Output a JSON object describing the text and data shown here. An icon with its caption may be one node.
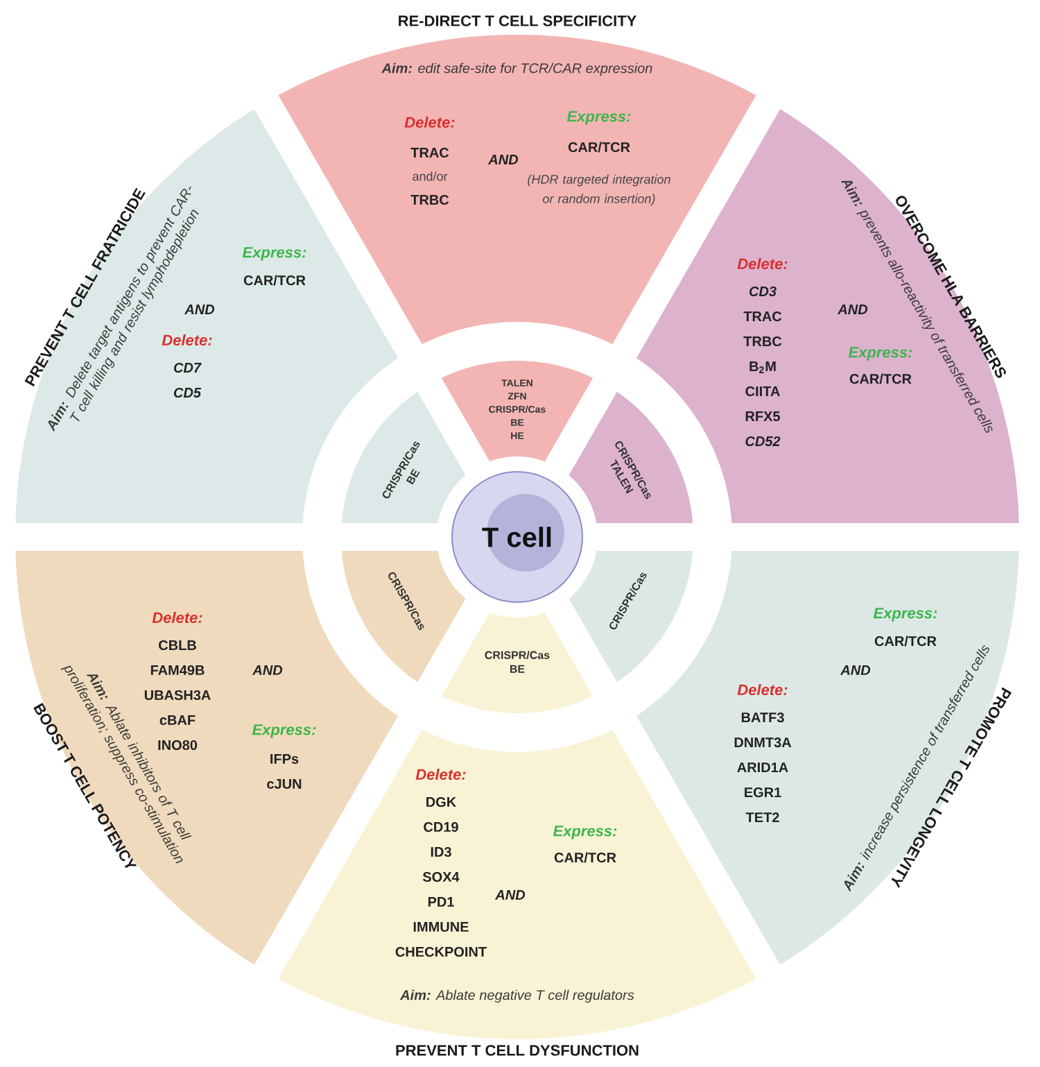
{
  "diagram": {
    "nodes": [
      {
        "text": [
          "RE-DIRECT T CELL SPECIFICITY",
          "**Aim:** edit safe-site for TCR/CAR expression",
          "Delete:",
          "TRAC",
          "and/or",
          "TRBC",
          "AND",
          "Express:",
          "CAR/TCR",
          "(HDR targeted integration or random insertion)"
        ]
      },
      {
        "text": [
          "OVERCOME HLA BARRIERS",
          "**Aim:** prevents allo-reactivity of transferred cells",
          "Delete:",
          "*CD3* TRAC TRBC B$_{2}$M CIITA RFX5 *CD52*",
          "AND",
          "Express:",
          "CAR/TCR"
        ]
      },
      {
        "text": [
          "PROMOTE T CELL LONGEVITY",
          "**Aim:** increase persistence of transferred cells",
          "Express:",
          "CAR/TCR",
          "AND",
          "Delete:",
          "BATF3 DNMT3A ARID1A EGR1 TET2"
        ]
      },
      {
        "text": [
          "Delete:",
          "DGK CD19 ID3 SOX4 PD1 IMMUNE CHECKPOINT",
          "AND",
          "Express:",
          "CAR/TCR",
          "**Aim:** Ablate negative T cell regulators",
          "PREVENT T CELL DYSFUNCTION"
        ]
      },
      {
        "text": [
          "BOOST T CELL POTENCY",
          "**Aim:** Ablate inhibitors of T cell proliferation; suppress co-stimulation",
          "Delete:",
          "CBLB FAM49B UBASH3A cBAF INO80",
          "AND",
          "Express:",
          "IFPs cJUN"
        ]
      },
      {
        "text": [
          "PREVENT T CELL FRATRICIDE",
          "**Aim:** Delete target antigens to prevent CAR-T cell killing and resist lymphodepletion",
          "Express:",
          "CAR/TCR",
          "AND",
          "Delete:",
          "CD7 CD5"
        ]
      },
      {
        "text": [
          "TALEN ZFN CRISPR/Cas BE HE"
        ]
      },
      {
        "text": [
          "CRISPR/Cas TALEN"
        ]
      },
      {
        "text": [
          "CRISPR/Cas"
        ]
      },
      {
        "text": [
          "CRISPR/Cas BE"
        ]
      },
      {
        "text": [
          "CRISPR/Cas"
        ]
      },
      {
        "text": [
          "CRISPR/Cas BE"
        ]
      },
      {
        "text": [
          "T cell"
        ]
      }
    ]
  }
}
